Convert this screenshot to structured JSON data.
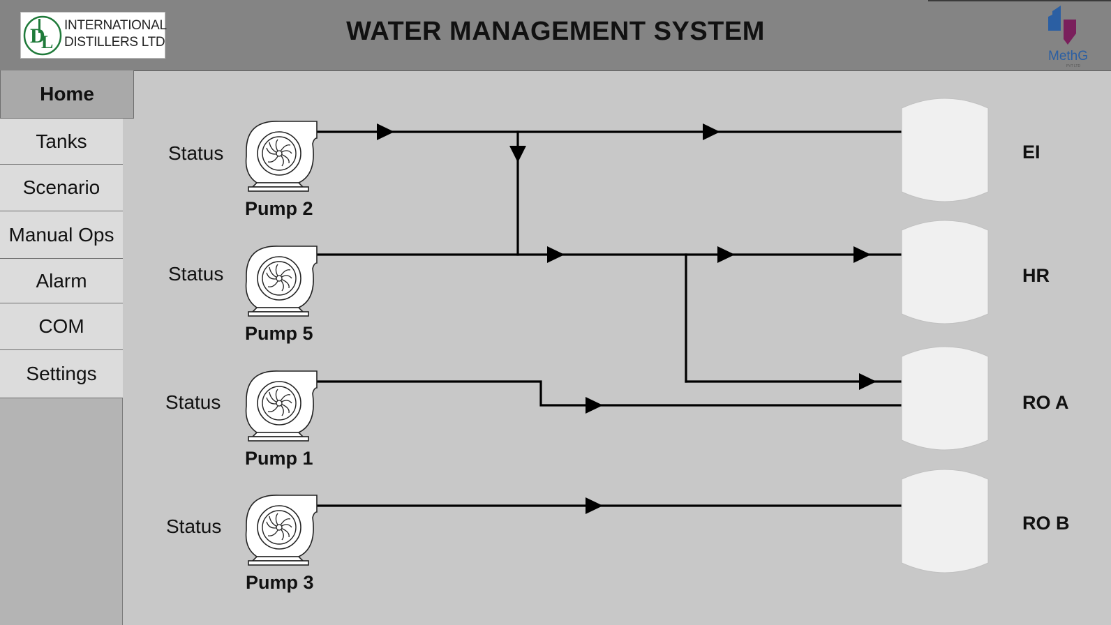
{
  "header": {
    "title": "WATER MANAGEMENT SYSTEM",
    "company_logo": {
      "line1": "INTERNATIONAL",
      "line2": "DISTILLERS LTD",
      "monogram": "IDL"
    },
    "vendor_logo": {
      "name": "MethG",
      "sub": "PVT LTD",
      "colors": [
        "#2b5fa3",
        "#7a1f5c"
      ]
    }
  },
  "sidebar": {
    "items": [
      {
        "label": "Home",
        "active": true
      },
      {
        "label": "Tanks"
      },
      {
        "label": "Scenario"
      },
      {
        "label": "Manual Ops"
      },
      {
        "label": "Alarm"
      },
      {
        "label": "COM"
      },
      {
        "label": "Settings"
      }
    ]
  },
  "pumps": [
    {
      "name": "Pump 2",
      "status": "Status"
    },
    {
      "name": "Pump 5",
      "status": "Status"
    },
    {
      "name": "Pump 1",
      "status": "Status"
    },
    {
      "name": "Pump 3",
      "status": "Status"
    }
  ],
  "tanks": [
    {
      "name": "EI"
    },
    {
      "name": "HR"
    },
    {
      "name": "RO A"
    },
    {
      "name": "RO B"
    }
  ],
  "colors": {
    "background": "#c8c8c8",
    "header": "#848484",
    "tank_fill": "#f0f0f0",
    "pipe": "#000000"
  }
}
